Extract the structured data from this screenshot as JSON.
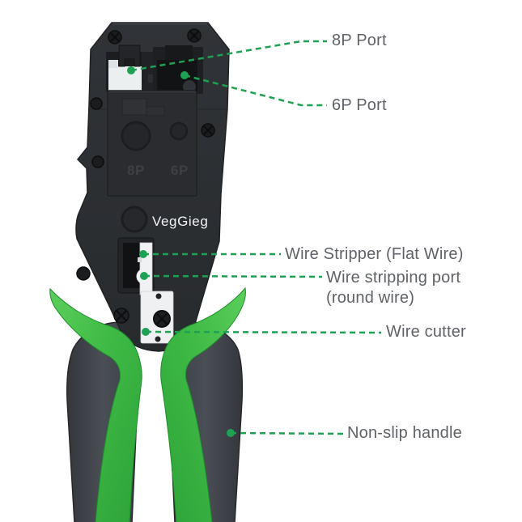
{
  "background": "#ffffff",
  "colors": {
    "leader_green": "#1fa154",
    "handle_green": "#3eb944",
    "handle_green_light": "#58cc59",
    "handle_dark": "#44484f",
    "tool_dark": "#2c2f32",
    "label_gray": "#5f6368",
    "blade_white": "#f0f1f2",
    "brand_text": "#f2f3f4"
  },
  "tool": {
    "brand": "VegGieg",
    "marking_8p": "8P",
    "marking_6p": "6P"
  },
  "annotations": [
    {
      "id": "8p-port",
      "label": "8P Port"
    },
    {
      "id": "6p-port",
      "label": "6P Port"
    },
    {
      "id": "wire-stripper-flat",
      "label": "Wire Stripper (Flat Wire)"
    },
    {
      "id": "wire-stripping-port",
      "label": "Wire stripping port",
      "label_line2": "(round wire)"
    },
    {
      "id": "wire-cutter",
      "label": "Wire cutter"
    },
    {
      "id": "non-slip-handle",
      "label": "Non-slip handle"
    }
  ]
}
